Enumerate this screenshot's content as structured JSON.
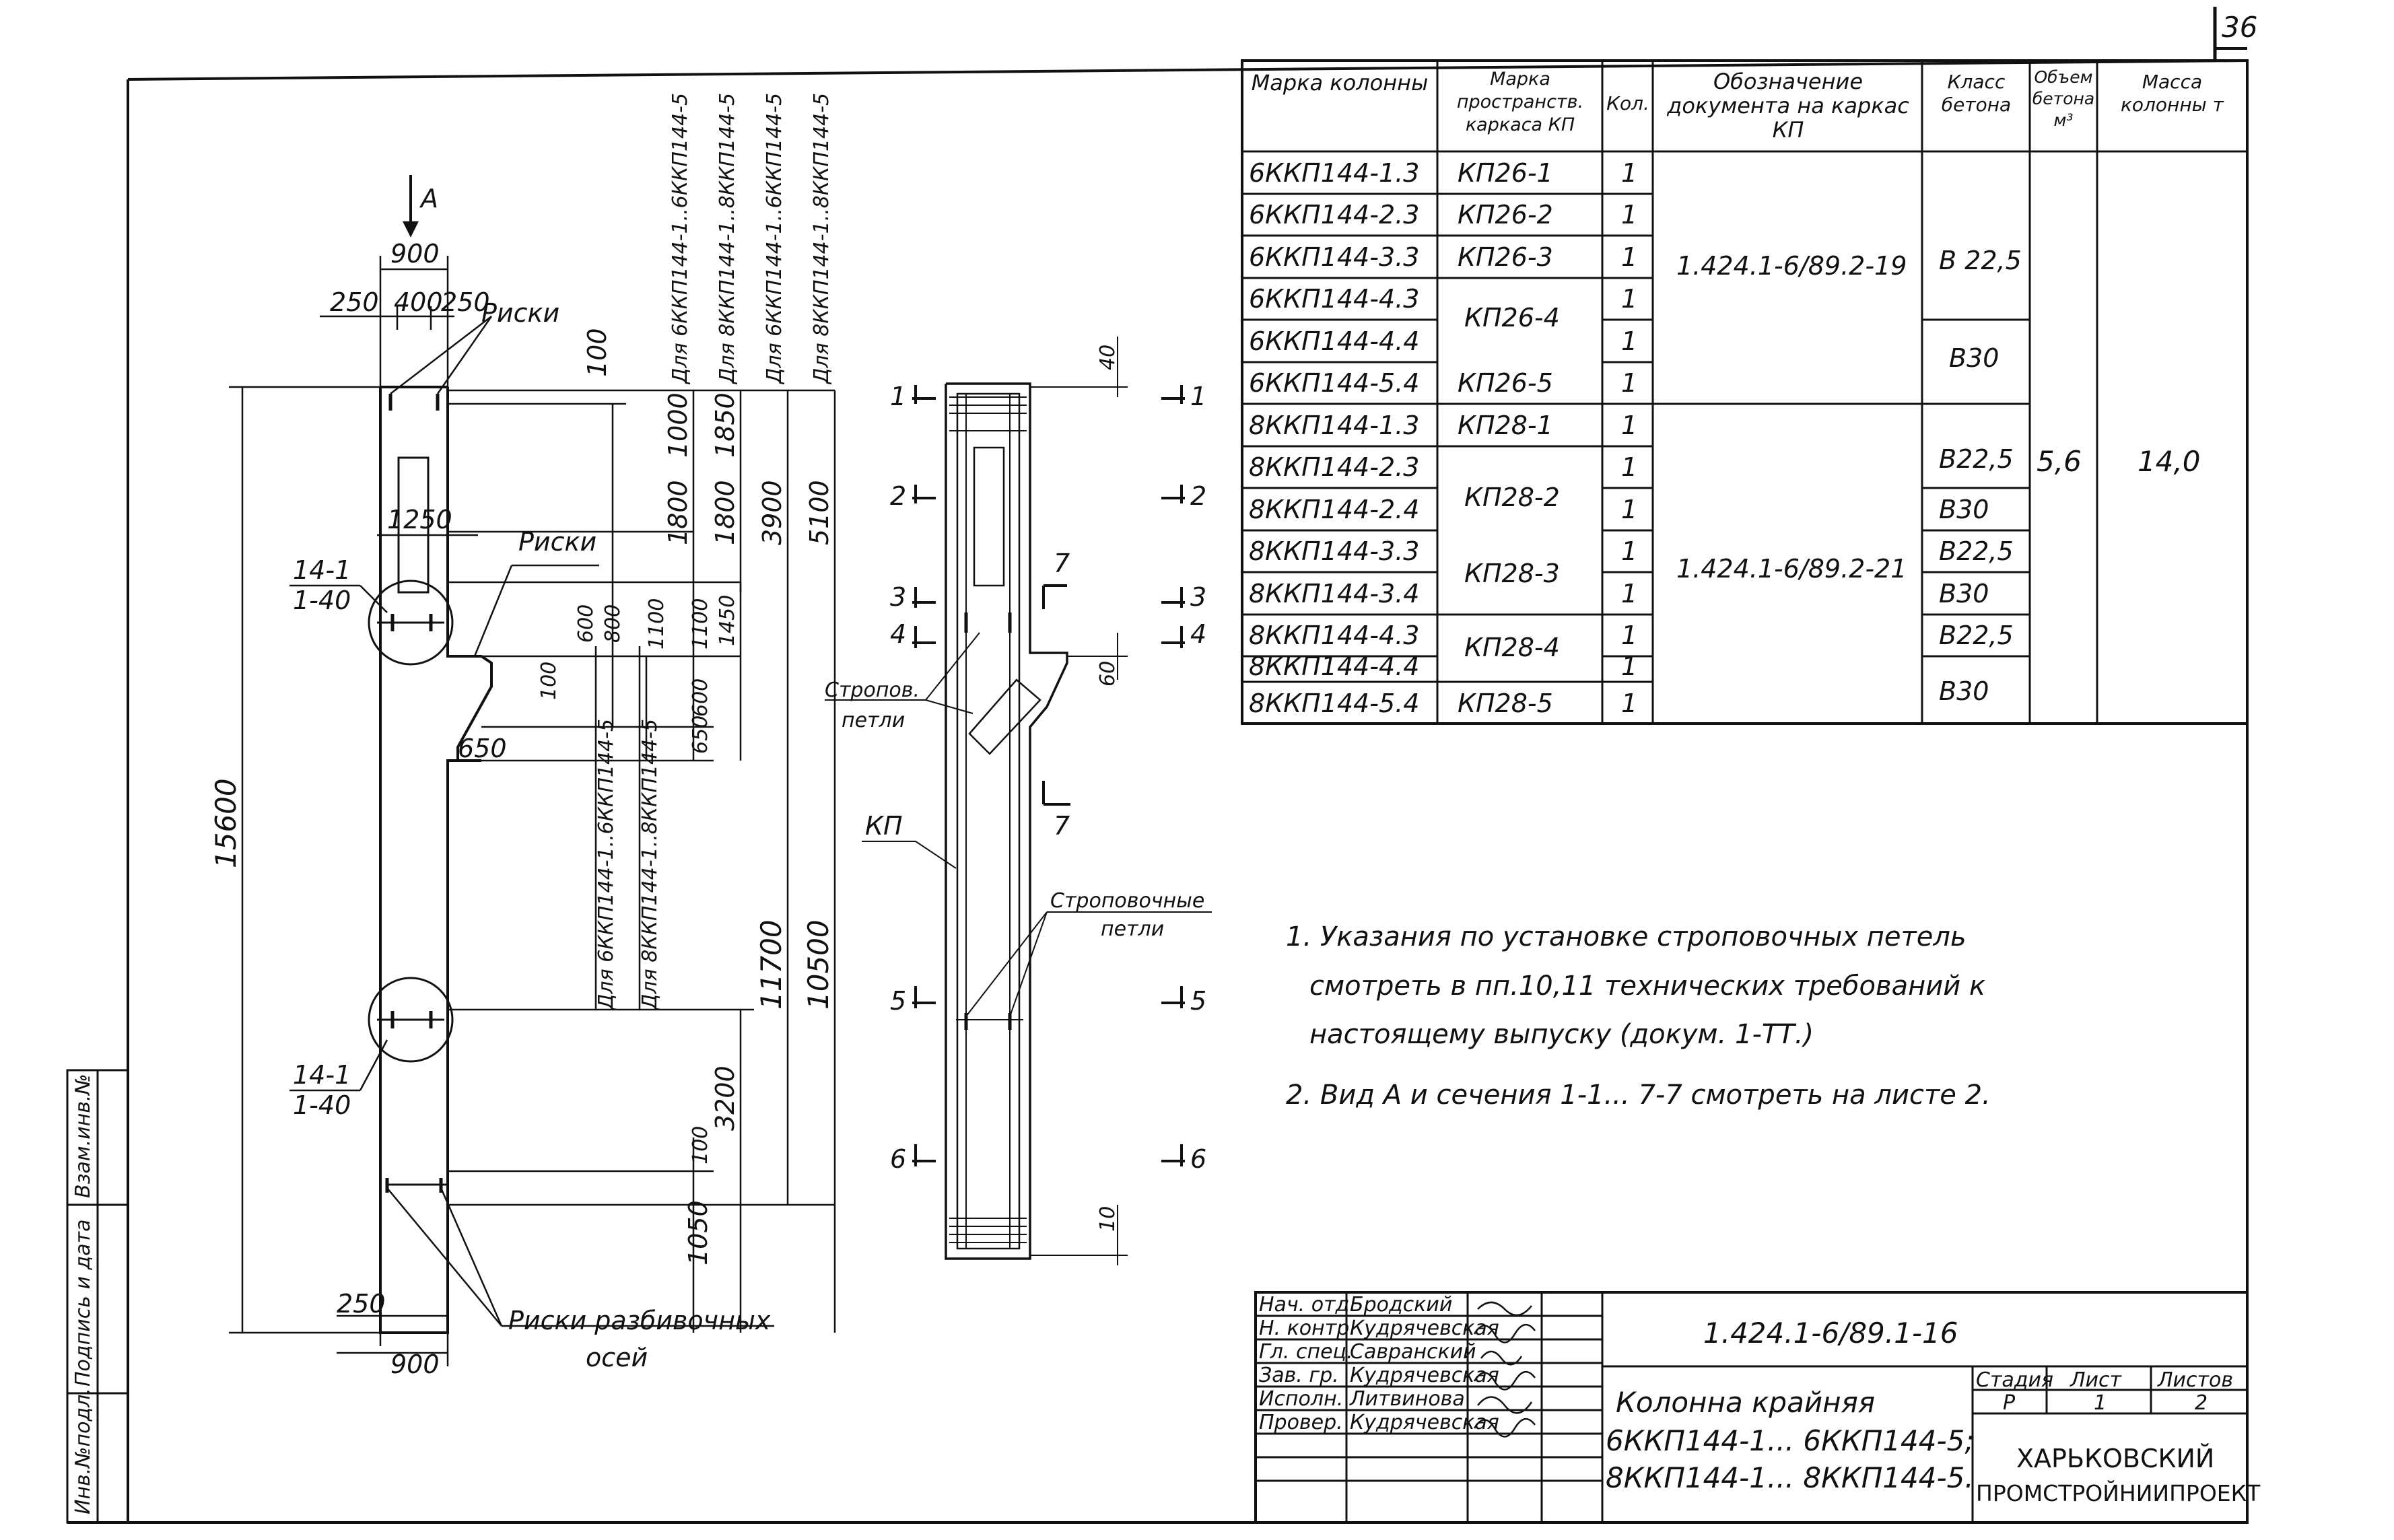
{
  "sheet_number": "36",
  "elevation": {
    "view_label": "A",
    "dim_900_top": "900",
    "dim_250_left": "250",
    "dim_400": "400",
    "dim_250_right": "250",
    "riski_top": "Риски",
    "riski_mid": "Риски",
    "riski_bottom_1": "Риски разбивочных",
    "riski_bottom_2": "осей",
    "dim_15600": "15600",
    "dim_1250": "1250",
    "dim_100_top": "100",
    "dim_1000": "1000",
    "dim_1850": "1850",
    "dim_1800_a": "1800",
    "dim_1800_b": "1800",
    "dim_3900": "3900",
    "dim_5100": "5100",
    "dim_600": "600",
    "dim_800": "800",
    "dim_1100_a": "1100",
    "dim_1100_b": "1100",
    "dim_1450": "1450",
    "dim_600_b": "600",
    "dim_100_mid": "100",
    "dim_650_a": "650",
    "dim_650_b": "650",
    "dim_11700": "11700",
    "dim_10500": "10500",
    "dim_3200": "3200",
    "dim_100_low": "100",
    "dim_1050": "1050",
    "dim_250_bottom": "250",
    "dim_900_bottom": "900",
    "callout_1_top": "14-1",
    "callout_1_bottom": "1-40",
    "callout_2_top": "14-1",
    "callout_2_bottom": "1-40",
    "label_6kkp_top": "Для 6ККП144-1..6ККП144-5",
    "label_8kkp_top": "Для 8ККП144-1..8ККП144-5",
    "label_6kkp_top2": "Для 6ККП144-1..6ККП144-5",
    "label_8kkp_top2": "Для 8ККП144-1..8ККП144-5",
    "label_6kkp_mid": "Для 6ККП144-1..6ККП144-5",
    "label_8kkp_mid": "Для 8ККП144-1..8ККП144-5"
  },
  "section": {
    "dim_40": "40",
    "dim_60": "60",
    "dim_10": "10",
    "cut_labels": [
      "1",
      "2",
      "3",
      "4",
      "5",
      "6"
    ],
    "cut_7": "7",
    "strop_petli_1": "Строповочные",
    "strop_petli_2": "петли",
    "strop_petli_short_1": "Стропов.",
    "strop_petli_short_2": "петли",
    "kp_label": "КП"
  },
  "table": {
    "headers": [
      "Марка колонны",
      "Марка пространств. каркаса КП",
      "Кол.",
      "Обозначение документа на каркас КП",
      "Класс бетона",
      "Объем бетона м³",
      "Масса колонны т"
    ],
    "rows": [
      {
        "mark": "6ККП144-1.3",
        "kp": "КП26-1",
        "qty": "1"
      },
      {
        "mark": "6ККП144-2.3",
        "kp": "КП26-2",
        "qty": "1"
      },
      {
        "mark": "6ККП144-3.3",
        "kp": "КП26-3",
        "qty": "1"
      },
      {
        "mark": "6ККП144-4.3",
        "kp": "",
        "qty": "1"
      },
      {
        "mark": "6ККП144-4.4",
        "kp": "",
        "qty": "1"
      },
      {
        "mark": "6ККП144-5.4",
        "kp": "КП26-5",
        "qty": "1"
      },
      {
        "mark": "8ККП144-1.3",
        "kp": "КП28-1",
        "qty": "1"
      },
      {
        "mark": "8ККП144-2.3",
        "kp": "",
        "qty": "1"
      },
      {
        "mark": "8ККП144-2.4",
        "kp": "",
        "qty": "1"
      },
      {
        "mark": "8ККП144-3.3",
        "kp": "",
        "qty": "1"
      },
      {
        "mark": "8ККП144-3.4",
        "kp": "",
        "qty": "1"
      },
      {
        "mark": "8ККП144-4.3",
        "kp": "",
        "qty": "1"
      },
      {
        "mark": "8ККП144-4.4",
        "kp": "",
        "qty": "1"
      },
      {
        "mark": "8ККП144-5.4",
        "kp": "КП28-5",
        "qty": "1"
      }
    ],
    "kp26_4": "КП26-4",
    "kp28_2": "КП28-2",
    "kp28_3": "КП28-3",
    "kp28_4": "КП28-4",
    "doc_1": "1.424.1-6/89.2-19",
    "doc_2": "1.424.1-6/89.2-21",
    "concrete": [
      "В 22,5",
      "В30",
      "В22,5",
      "В30",
      "В22,5",
      "В30",
      "В22,5",
      "В30"
    ],
    "volume": "5,6",
    "mass": "14,0"
  },
  "notes": {
    "n1_l1": "1. Указания по установке строповочных петель",
    "n1_l2": "смотреть в пп.10,11 технических требований к",
    "n1_l3": "настоящему выпуску (докум. 1-ТТ.)",
    "n2": "2. Вид А и сечения 1-1... 7-7 смотреть на листе 2."
  },
  "title_block": {
    "roles": [
      "Нач. отд.",
      "Н. контр.",
      "Гл. спец.",
      "Зав. гр.",
      "Исполн.",
      "Провер."
    ],
    "names": [
      "Бродский",
      "Кудрячевская",
      "Савранский",
      "Кудрячевская",
      "Литвинова",
      "Кудрячевская"
    ],
    "doc_code": "1.424.1-6/89.1-16",
    "title_1": "Колонна крайняя",
    "title_2": "6ККП144-1... 6ККП144-5;",
    "title_3": "8ККП144-1... 8ККП144-5.",
    "stage_h": "Стадия",
    "sheet_h": "Лист",
    "sheets_h": "Листов",
    "stage": "Р",
    "sheet": "1",
    "sheets": "2",
    "org_1": "ХАРЬКОВСКИЙ",
    "org_2": "ПРОМСТРОЙНИИПРОЕКТ"
  },
  "side_strip": {
    "s1": "Инв.№подл.",
    "s2": "Подпись и дата",
    "s3": "Взам.инв.№"
  }
}
